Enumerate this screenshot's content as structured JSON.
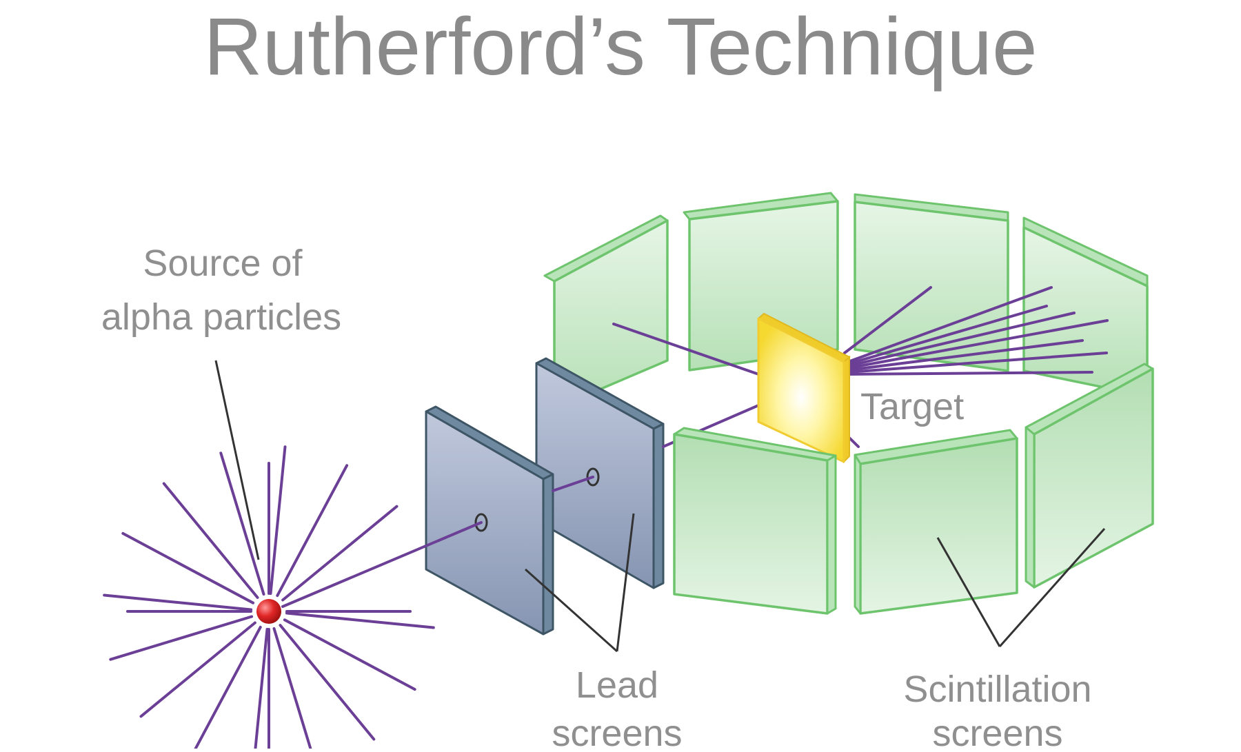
{
  "title": "Rutherford’s Technique",
  "labels": {
    "source": [
      "Source of",
      "alpha particles"
    ],
    "target": "Target",
    "lead": [
      "Lead",
      "screens"
    ],
    "scintillation": [
      "Scintillation",
      "screens"
    ]
  },
  "colors": {
    "alpha_ray": "#6b3f96",
    "source_particle": "#d42222",
    "scintillation_screen": "#6dc46d",
    "lead_screen": "#8fa0bd",
    "target_foil": "#f3d638",
    "text": "#8c8c8c"
  }
}
